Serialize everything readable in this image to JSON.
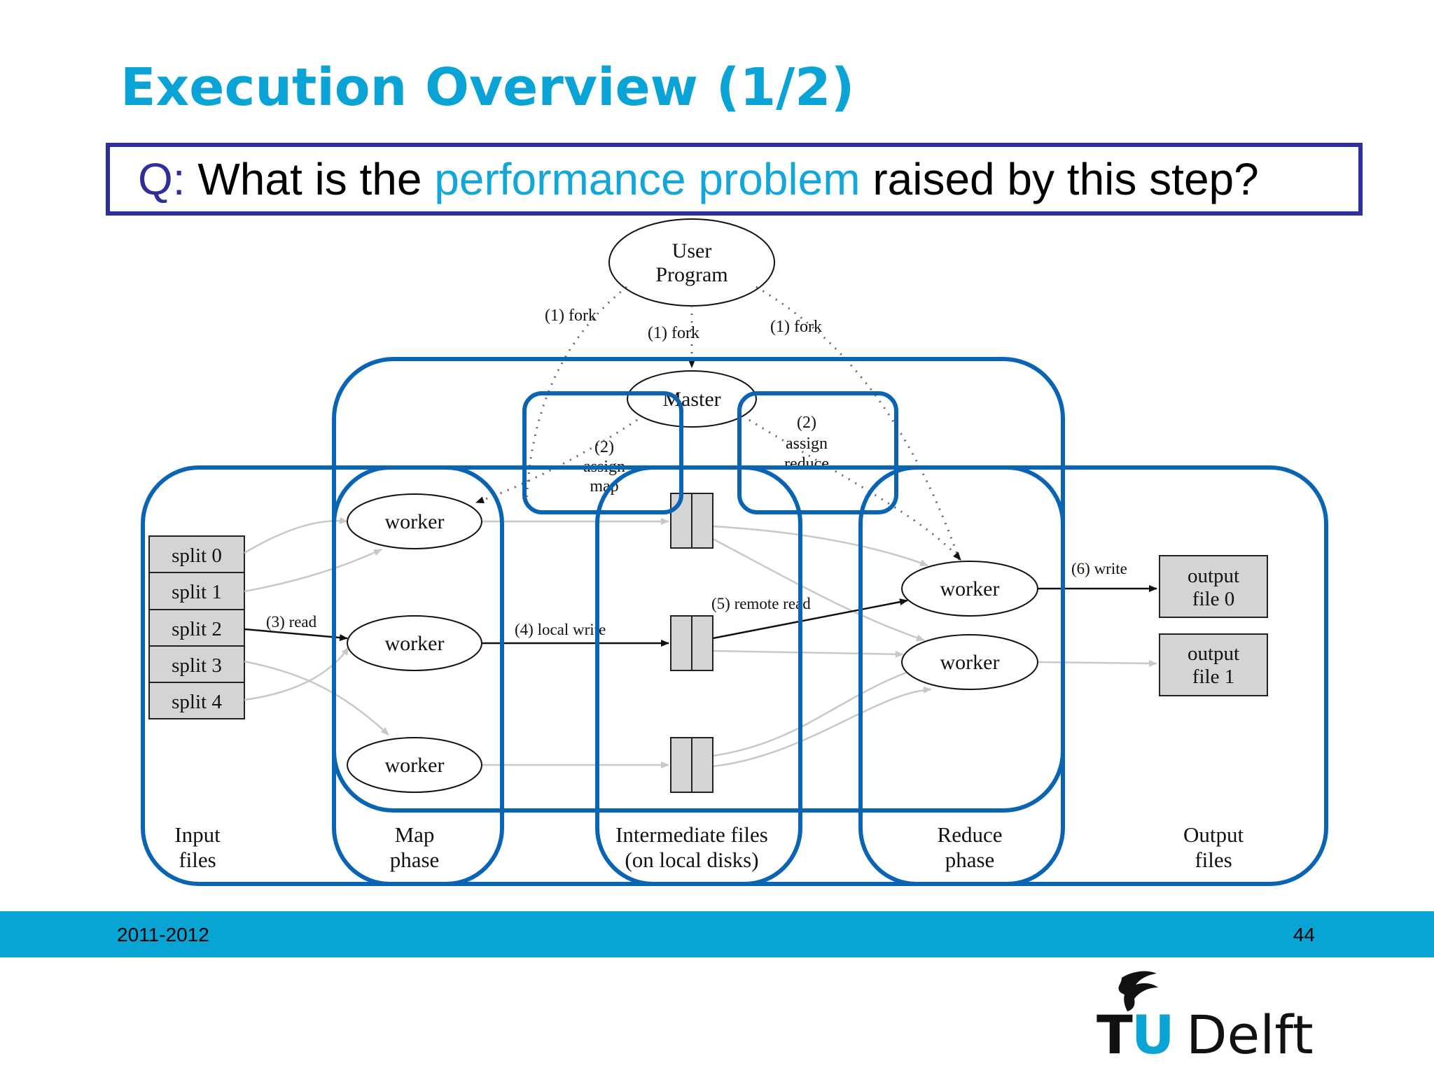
{
  "slide": {
    "title": "Execution Overview (1/2)",
    "question": {
      "prefix": "Q:",
      "before": " What is the ",
      "highlight": "performance problem",
      "after": " raised by this step?"
    }
  },
  "diagram": {
    "user_program": [
      "User",
      "Program"
    ],
    "master": "Master",
    "fork_labels": [
      "(1) fork",
      "(1) fork",
      "(1) fork"
    ],
    "assign_map": [
      "(2)",
      "assign",
      "map"
    ],
    "assign_reduce": [
      "(2)",
      "assign",
      "reduce"
    ],
    "splits": [
      "split 0",
      "split 1",
      "split 2",
      "split 3",
      "split 4"
    ],
    "worker_label": "worker",
    "read_label": "(3) read",
    "local_write_label": "(4) local write",
    "remote_read_label": "(5) remote read",
    "write_label": "(6) write",
    "outputs": [
      [
        "output",
        "file 0"
      ],
      [
        "output",
        "file 1"
      ]
    ],
    "phase_labels": {
      "input": [
        "Input",
        "files"
      ],
      "map": [
        "Map",
        "phase"
      ],
      "intermediate": [
        "Intermediate files",
        "(on local disks)"
      ],
      "reduce": [
        "Reduce",
        "phase"
      ],
      "output": [
        "Output",
        "files"
      ]
    }
  },
  "footer": {
    "year": "2011-2012",
    "page": "44"
  },
  "logo": {
    "tu": "TU",
    "delft": "Delft"
  },
  "colors": {
    "title": "#0aa3d6",
    "highlight_box": "#0a64b4",
    "question_border": "#2e2f98",
    "footer_bar": "#07a4d4"
  }
}
